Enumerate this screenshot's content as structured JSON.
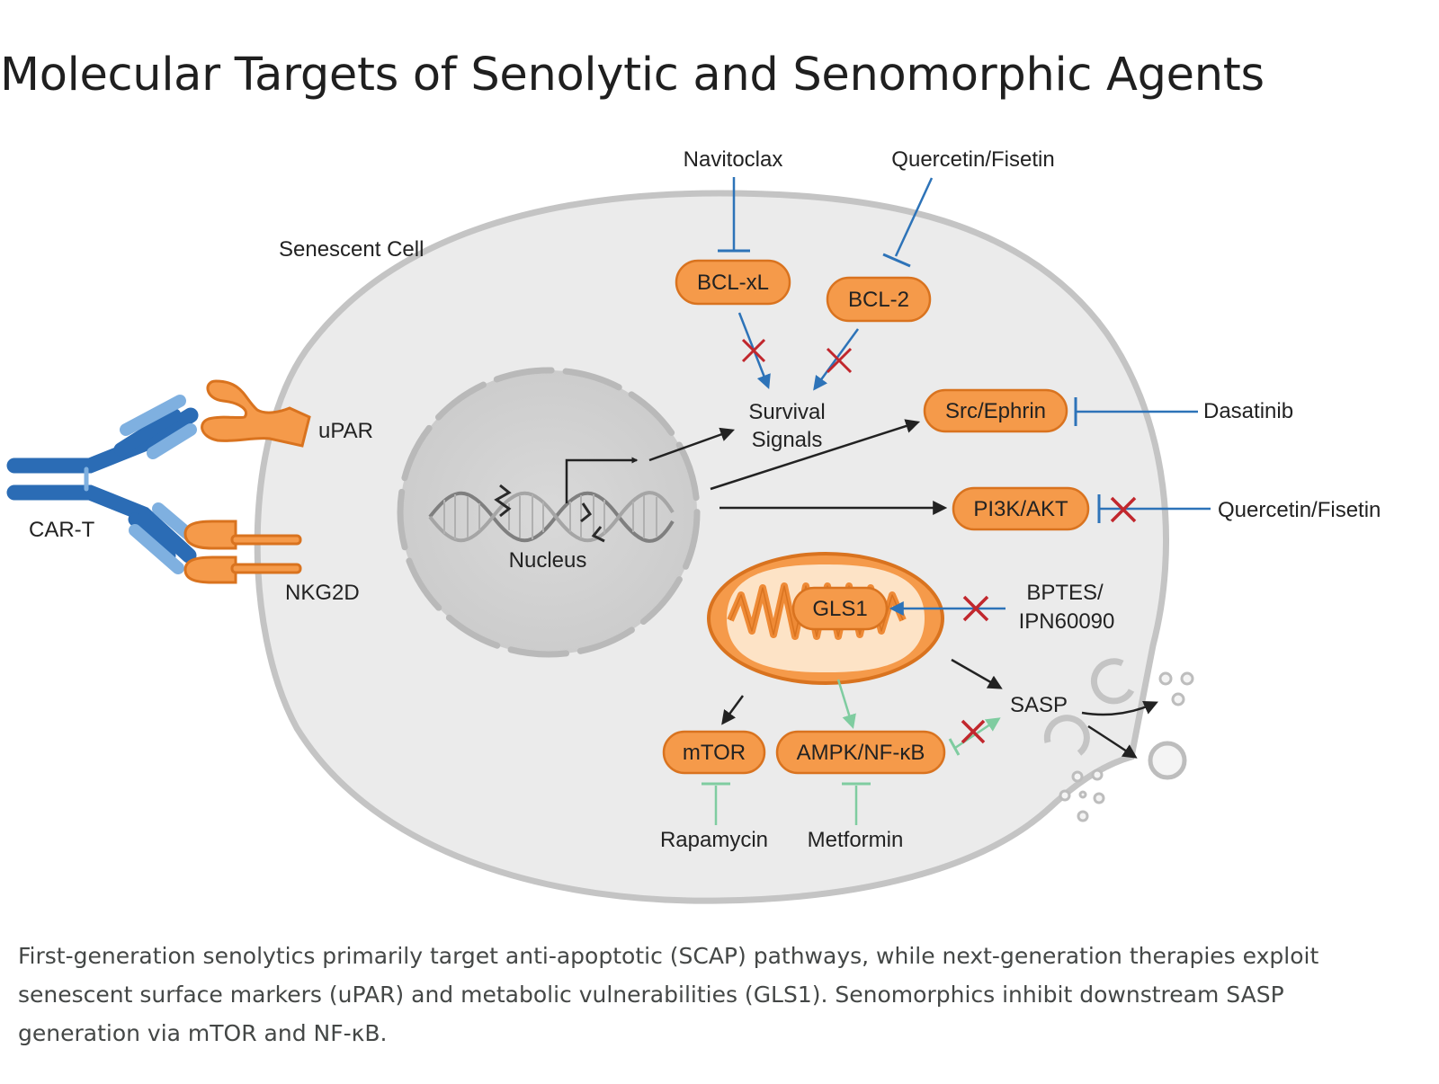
{
  "title": "Molecular Targets of Senolytic and Senomorphic Agents",
  "diagram": {
    "cell_label": "Senescent Cell",
    "nucleus_label": "Nucleus",
    "immune": {
      "car_t": "CAR-T",
      "upar": "uPAR",
      "nkg2d": "NKG2D"
    },
    "nodes": {
      "bclxl": "BCL-xL",
      "bcl2": "BCL-2",
      "src": "Src/Ephrin",
      "pi3k": "PI3K/AKT",
      "gls1": "GLS1",
      "mtor": "mTOR",
      "ampk": "AMPK/NF-κB"
    },
    "labels": {
      "survival_line1": "Survival",
      "survival_line2": "Signals",
      "sasp": "SASP"
    },
    "drugs": {
      "navitoclax": "Navitoclax",
      "quercetin_top": "Quercetin/Fisetin",
      "dasatinib": "Dasatinib",
      "quercetin_right": "Quercetin/Fisetin",
      "bptes_line1": "BPTES/",
      "bptes_line2": "IPN60090",
      "rapamycin": "Rapamycin",
      "metformin": "Metformin"
    },
    "colors": {
      "node_fill": "#f59a4a",
      "node_stroke": "#d9731f",
      "antibody_dark": "#2b6cb5",
      "antibody_light": "#7fb0e0",
      "inhibit_blue": "#2d73b8",
      "inhibit_green": "#7fcca0",
      "block_red": "#c1272d",
      "cell_fill": "#ececec",
      "cell_stroke": "#c8c8c8"
    }
  },
  "caption": "First-generation senolytics primarily target anti-apoptotic (SCAP) pathways, while next-generation therapies exploit senescent surface markers (uPAR) and metabolic vulnerabilities (GLS1). Senomorphics inhibit downstream SASP generation via mTOR and NF-κB."
}
